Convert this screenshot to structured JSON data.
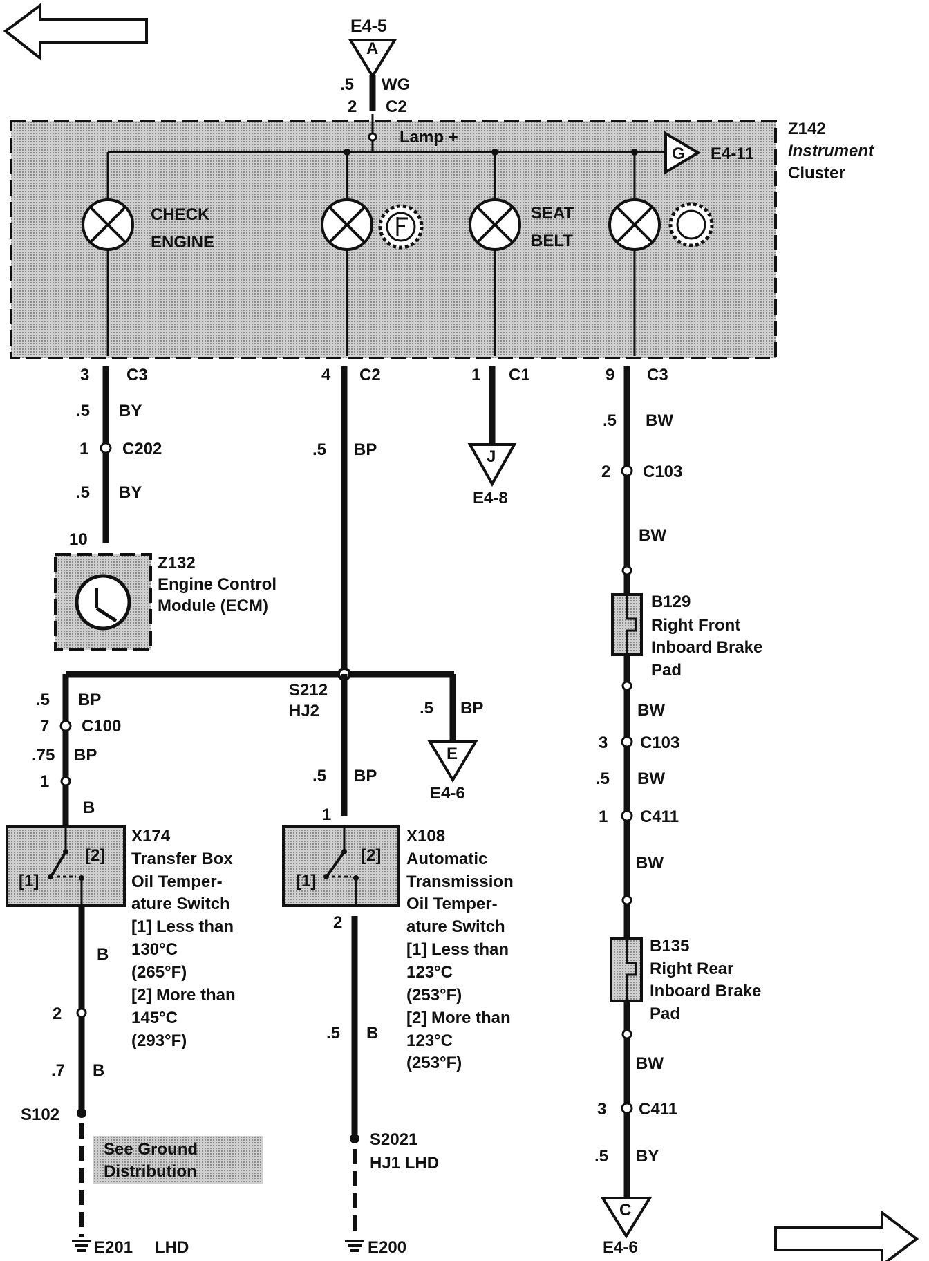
{
  "nav": {
    "prev_arrow": "left-arrow-icon",
    "next_arrow": "right-arrow-icon"
  },
  "top_connector": {
    "ref": "E4-5",
    "letter": "A",
    "gauge": ".5",
    "color": "WG",
    "pin": "2",
    "conn": "C2"
  },
  "cluster": {
    "id": "Z142",
    "name_line1": "Instrument",
    "name_line2": "Cluster",
    "lamp_label": "Lamp +",
    "out_letter": "G",
    "out_ref": "E4-11"
  },
  "lamps": {
    "check_engine": {
      "line1": "CHECK",
      "line2": "ENGINE",
      "pin": "3",
      "conn": "C3"
    },
    "transfer": {
      "pin": "4",
      "conn": "C2"
    },
    "seat_belt": {
      "line1": "SEAT",
      "line2": "BELT",
      "pin": "1",
      "conn": "C1"
    },
    "brake": {
      "pin": "9",
      "conn": "C3"
    }
  },
  "ecm_branch": {
    "gauge1": ".5",
    "color1": "BY",
    "c202_pin": "1",
    "c202": "C202",
    "gauge2": ".5",
    "color2": "BY",
    "ecm_pin": "10",
    "ecm_id": "Z132",
    "ecm_name_line1": "Engine Control",
    "ecm_name_line2": "Module (ECM)"
  },
  "bp_branch": {
    "gauge": ".5",
    "color": "BP"
  },
  "seat_branch": {
    "letter": "J",
    "ref": "E4-8"
  },
  "splice": {
    "id": "S212",
    "code": "HJ2",
    "left_gauge": ".5",
    "left_color": "BP",
    "c100_pin": "7",
    "c100": "C100",
    "left_gauge2": ".75",
    "left_color2": "BP",
    "switch_pin": "1",
    "left_color3": "B",
    "right_gauge": ".5",
    "right_color": "BP",
    "right_letter": "E",
    "right_ref": "E4-6",
    "mid_gauge": ".5",
    "mid_color": "BP",
    "mid_pin": "1"
  },
  "x174": {
    "id": "X174",
    "line1": "Transfer Box",
    "line2": "Oil Temper-",
    "line3": "ature Switch",
    "s1a": "[1]  Less than",
    "s1b": "130°C",
    "s1c": "(265°F)",
    "s2a": "[2]  More than",
    "s2b": "145°C",
    "s2c": "(293°F)",
    "pos1": "[1]",
    "pos2": "[2]",
    "out_color": "B",
    "pin2": "2",
    "gauge": ".7",
    "color": "B",
    "splice": "S102",
    "note1": "See Ground",
    "note2": "Distribution",
    "ground": "E201",
    "ground_note": "LHD"
  },
  "x108": {
    "id": "X108",
    "line1": "Automatic",
    "line2": "Transmission",
    "line3": "Oil Temper-",
    "line4": "ature Switch",
    "s1a": "[1]  Less than",
    "s1b": "123°C",
    "s1c": "(253°F)",
    "s2a": "[2]  More than",
    "s2b": "123°C",
    "s2c": "(253°F)",
    "pos1": "[1]",
    "pos2": "[2]",
    "pin2": "2",
    "gauge": ".5",
    "color": "B",
    "splice": "S2021",
    "splice_code": "HJ1 LHD",
    "ground": "E200"
  },
  "brake_branch": {
    "g1": ".5",
    "c1": "BW",
    "c103_pin": "2",
    "c103": "C103",
    "c2": "BW",
    "b129_id": "B129",
    "b129_l1": "Right Front",
    "b129_l2": "Inboard Brake",
    "b129_l3": "Pad",
    "c3": "BW",
    "c103b_pin": "3",
    "c103b": "C103",
    "g4": ".5",
    "c4": "BW",
    "c411_pin": "1",
    "c411": "C411",
    "c5": "BW",
    "b135_id": "B135",
    "b135_l1": "Right Rear",
    "b135_l2": "Inboard Brake",
    "b135_l3": "Pad",
    "c6": "BW",
    "c411b_pin": "3",
    "c411b": "C411",
    "g7": ".5",
    "c7": "BY",
    "out_letter": "C",
    "out_ref": "E4-6"
  }
}
